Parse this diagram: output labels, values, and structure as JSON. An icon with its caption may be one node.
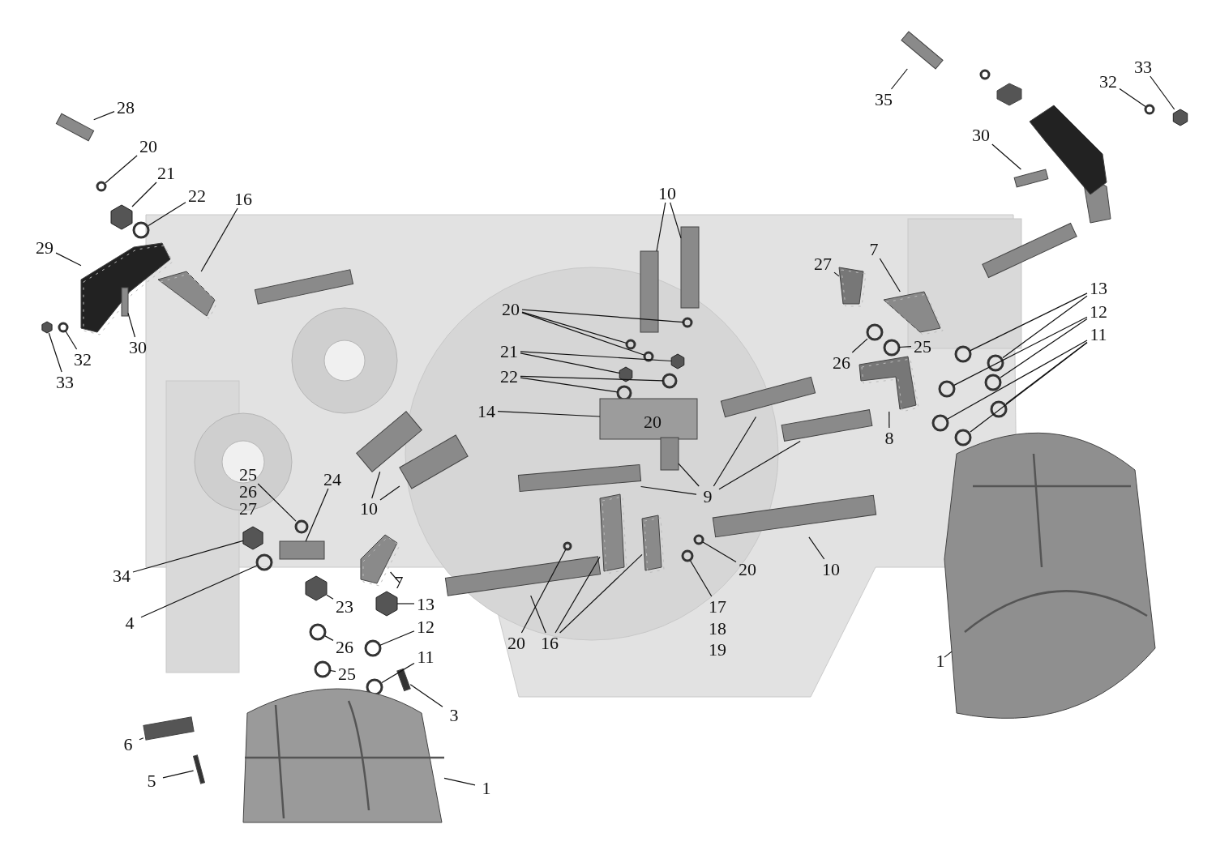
{
  "diagram": {
    "nodes": [
      {
        "text": [
          "28"
        ]
      },
      {
        "text": [
          "20"
        ]
      },
      {
        "text": [
          "21"
        ]
      },
      {
        "text": [
          "22"
        ]
      },
      {
        "text": [
          "16"
        ]
      },
      {
        "text": [
          "29"
        ]
      },
      {
        "text": [
          "30"
        ]
      },
      {
        "text": [
          "32"
        ]
      },
      {
        "text": [
          "33"
        ]
      },
      {
        "text": [
          "35"
        ]
      },
      {
        "text": [
          "33"
        ]
      },
      {
        "text": [
          "32"
        ]
      },
      {
        "text": [
          "30"
        ]
      },
      {
        "text": [
          "10"
        ]
      },
      {
        "text": [
          "27"
        ]
      },
      {
        "text": [
          "7"
        ]
      },
      {
        "text": [
          "13"
        ]
      },
      {
        "text": [
          "12"
        ]
      },
      {
        "text": [
          "11"
        ]
      },
      {
        "text": [
          "20"
        ]
      },
      {
        "text": [
          "21"
        ]
      },
      {
        "text": [
          "22"
        ]
      },
      {
        "text": [
          "26"
        ]
      },
      {
        "text": [
          "25"
        ]
      },
      {
        "text": [
          "14"
        ]
      },
      {
        "text": [
          "8"
        ]
      },
      {
        "text": [
          "9"
        ]
      },
      {
        "text": [
          "25"
        ]
      },
      {
        "text": [
          "26"
        ]
      },
      {
        "text": [
          "27"
        ]
      },
      {
        "text": [
          "24"
        ]
      },
      {
        "text": [
          "10"
        ]
      },
      {
        "text": [
          "34"
        ]
      },
      {
        "text": [
          "4"
        ]
      },
      {
        "text": [
          "7"
        ]
      },
      {
        "text": [
          "23"
        ]
      },
      {
        "text": [
          "13"
        ]
      },
      {
        "text": [
          "12"
        ]
      },
      {
        "text": [
          "26"
        ]
      },
      {
        "text": [
          "11"
        ]
      },
      {
        "text": [
          "25"
        ]
      },
      {
        "text": [
          "3"
        ]
      },
      {
        "text": [
          "6"
        ]
      },
      {
        "text": [
          "5"
        ]
      },
      {
        "text": [
          "1"
        ]
      },
      {
        "text": [
          "20"
        ]
      },
      {
        "text": [
          "10"
        ]
      },
      {
        "text": [
          "17"
        ]
      },
      {
        "text": [
          "18"
        ]
      },
      {
        "text": [
          "19"
        ]
      },
      {
        "text": [
          "20"
        ]
      },
      {
        "text": [
          "16"
        ]
      },
      {
        "text": [
          "1"
        ]
      },
      {
        "text": [],
        "shape": "box"
      },
      {
        "text": [],
        "shape": "circle"
      },
      {
        "text": [],
        "shape": "hexagon"
      },
      {
        "text": [],
        "shape": "circle"
      },
      {
        "text": [],
        "shape": "picture"
      },
      {
        "text": [],
        "shape": "picture"
      },
      {
        "text": [],
        "shape": "box"
      },
      {
        "text": [],
        "shape": "circle"
      },
      {
        "text": [],
        "shape": "hexagon"
      },
      {
        "text": [],
        "shape": "box"
      },
      {
        "text": [],
        "shape": "hexagon"
      },
      {
        "text": [],
        "shape": "circle"
      },
      {
        "text": [],
        "shape": "box"
      },
      {
        "text": [],
        "shape": "box"
      },
      {
        "text": [],
        "shape": "box"
      },
      {
        "text": [],
        "shape": "picture"
      },
      {
        "text": [],
        "shape": "picture"
      },
      {
        "text": [],
        "shape": "circle"
      },
      {
        "text": [],
        "shape": "circle"
      },
      {
        "text": [],
        "shape": "circle"
      },
      {
        "text": [],
        "shape": "circle"
      },
      {
        "text": [],
        "shape": "circle"
      },
      {
        "text": [],
        "shape": "circle"
      },
      {
        "text": [],
        "shape": "circle"
      },
      {
        "text": [],
        "shape": "circle"
      },
      {
        "text": [],
        "shape": "circle"
      },
      {
        "text": [],
        "shape": "circle"
      },
      {
        "text": [],
        "shape": "hexagon"
      },
      {
        "text": [],
        "shape": "hexagon"
      },
      {
        "text": [],
        "shape": "circle"
      },
      {
        "text": [],
        "shape": "circle"
      },
      {
        "text": [],
        "shape": "box"
      },
      {
        "text": [],
        "shape": "circle"
      },
      {
        "text": [],
        "shape": "circle"
      },
      {
        "text": [],
        "shape": "picture"
      },
      {
        "text": [],
        "shape": "box"
      },
      {
        "text": [],
        "shape": "box"
      },
      {
        "text": [],
        "shape": "box"
      },
      {
        "text": [],
        "shape": "box"
      },
      {
        "text": [],
        "shape": "circle"
      },
      {
        "text": [],
        "shape": "hexagon"
      },
      {
        "text": [],
        "shape": "circle"
      },
      {
        "text": [],
        "shape": "box"
      },
      {
        "text": [],
        "shape": "box"
      },
      {
        "text": [],
        "shape": "box"
      },
      {
        "text": [],
        "shape": "picture"
      },
      {
        "text": [],
        "shape": "hexagon"
      },
      {
        "text": [],
        "shape": "hexagon"
      },
      {
        "text": [],
        "shape": "circle"
      },
      {
        "text": [],
        "shape": "circle"
      },
      {
        "text": [],
        "shape": "circle"
      },
      {
        "text": [],
        "shape": "circle"
      },
      {
        "text": [],
        "shape": "box"
      },
      {
        "text": [],
        "shape": "box"
      },
      {
        "text": [],
        "shape": "box"
      },
      {
        "text": [],
        "shape": "cylinder"
      },
      {
        "text": [],
        "shape": "box"
      },
      {
        "text": [],
        "shape": "circle"
      },
      {
        "text": [],
        "shape": "circle"
      },
      {
        "text": [],
        "shape": "circle"
      },
      {
        "text": [],
        "shape": "picture"
      },
      {
        "text": [],
        "shape": "picture"
      },
      {
        "text": [],
        "shape": "box"
      },
      {
        "text": [],
        "shape": "picture"
      }
    ],
    "edges": [
      {
        "from": 0,
        "to": 53,
        "arrow": "none"
      },
      {
        "from": 1,
        "to": 54,
        "arrow": "none"
      },
      {
        "from": 2,
        "to": 55,
        "arrow": "none"
      },
      {
        "from": 3,
        "to": 56,
        "arrow": "none"
      },
      {
        "from": 4,
        "to": 57,
        "arrow": "none"
      },
      {
        "from": 5,
        "to": 58,
        "arrow": "none"
      },
      {
        "from": 6,
        "to": 59,
        "arrow": "none"
      },
      {
        "from": 7,
        "to": 60,
        "arrow": "none"
      },
      {
        "from": 8,
        "to": 61,
        "arrow": "none"
      },
      {
        "from": 9,
        "to": 62,
        "arrow": "none"
      },
      {
        "from": 10,
        "to": 63,
        "arrow": "none"
      },
      {
        "from": 11,
        "to": 64,
        "arrow": "none"
      },
      {
        "from": 12,
        "to": 65,
        "arrow": "none"
      },
      {
        "from": 13,
        "to": 66,
        "arrow": "none"
      },
      {
        "from": 13,
        "to": 67,
        "arrow": "none"
      },
      {
        "from": 14,
        "to": 68,
        "arrow": "none"
      },
      {
        "from": 15,
        "to": 69,
        "arrow": "none"
      },
      {
        "from": 16,
        "to": 70,
        "arrow": "none"
      },
      {
        "from": 16,
        "to": 71,
        "arrow": "none"
      },
      {
        "from": 17,
        "to": 72,
        "arrow": "none"
      },
      {
        "from": 17,
        "to": 73,
        "arrow": "none"
      },
      {
        "from": 18,
        "to": 74,
        "arrow": "none"
      },
      {
        "from": 18,
        "to": 75,
        "arrow": "none"
      },
      {
        "from": 18,
        "to": 76,
        "arrow": "none"
      },
      {
        "from": 19,
        "to": 77,
        "arrow": "none"
      },
      {
        "from": 19,
        "to": 78,
        "arrow": "none"
      },
      {
        "from": 19,
        "to": 79,
        "arrow": "none"
      },
      {
        "from": 20,
        "to": 80,
        "arrow": "none"
      },
      {
        "from": 20,
        "to": 81,
        "arrow": "none"
      },
      {
        "from": 21,
        "to": 82,
        "arrow": "none"
      },
      {
        "from": 21,
        "to": 83,
        "arrow": "none"
      },
      {
        "from": 22,
        "to": 85,
        "arrow": "none"
      },
      {
        "from": 23,
        "to": 86,
        "arrow": "none"
      },
      {
        "from": 24,
        "to": 84,
        "arrow": "none"
      },
      {
        "from": 25,
        "to": 87,
        "arrow": "none"
      },
      {
        "from": 26,
        "to": 88,
        "arrow": "none"
      },
      {
        "from": 26,
        "to": 89,
        "arrow": "none"
      },
      {
        "from": 26,
        "to": 90,
        "arrow": "none"
      },
      {
        "from": 26,
        "to": 91,
        "arrow": "none"
      },
      {
        "from": 27,
        "to": 92,
        "arrow": "none"
      },
      {
        "from": 30,
        "to": 95,
        "arrow": "none"
      },
      {
        "from": 31,
        "to": 96,
        "arrow": "none"
      },
      {
        "from": 31,
        "to": 97,
        "arrow": "none"
      },
      {
        "from": 32,
        "to": 93,
        "arrow": "none"
      },
      {
        "from": 33,
        "to": 94,
        "arrow": "none"
      },
      {
        "from": 34,
        "to": 98,
        "arrow": "none"
      },
      {
        "from": 35,
        "to": 99,
        "arrow": "none"
      },
      {
        "from": 36,
        "to": 100,
        "arrow": "none"
      },
      {
        "from": 37,
        "to": 101,
        "arrow": "none"
      },
      {
        "from": 38,
        "to": 102,
        "arrow": "none"
      },
      {
        "from": 39,
        "to": 103,
        "arrow": "none"
      },
      {
        "from": 40,
        "to": 104,
        "arrow": "none"
      },
      {
        "from": 41,
        "to": 105,
        "arrow": "none"
      },
      {
        "from": 42,
        "to": 106,
        "arrow": "none"
      },
      {
        "from": 43,
        "to": 107,
        "arrow": "none"
      },
      {
        "from": 44,
        "to": 108,
        "arrow": "none"
      },
      {
        "from": 45,
        "to": 110,
        "arrow": "none"
      },
      {
        "from": 46,
        "to": 109,
        "arrow": "none"
      },
      {
        "from": 47,
        "to": 111,
        "arrow": "none"
      },
      {
        "from": 50,
        "to": 112,
        "arrow": "none"
      },
      {
        "from": 51,
        "to": 113,
        "arrow": "none"
      },
      {
        "from": 51,
        "to": 114,
        "arrow": "none"
      },
      {
        "from": 51,
        "to": 115,
        "arrow": "none"
      },
      {
        "from": 52,
        "to": 116,
        "arrow": "none"
      }
    ],
    "labels": [
      "20"
    ]
  }
}
